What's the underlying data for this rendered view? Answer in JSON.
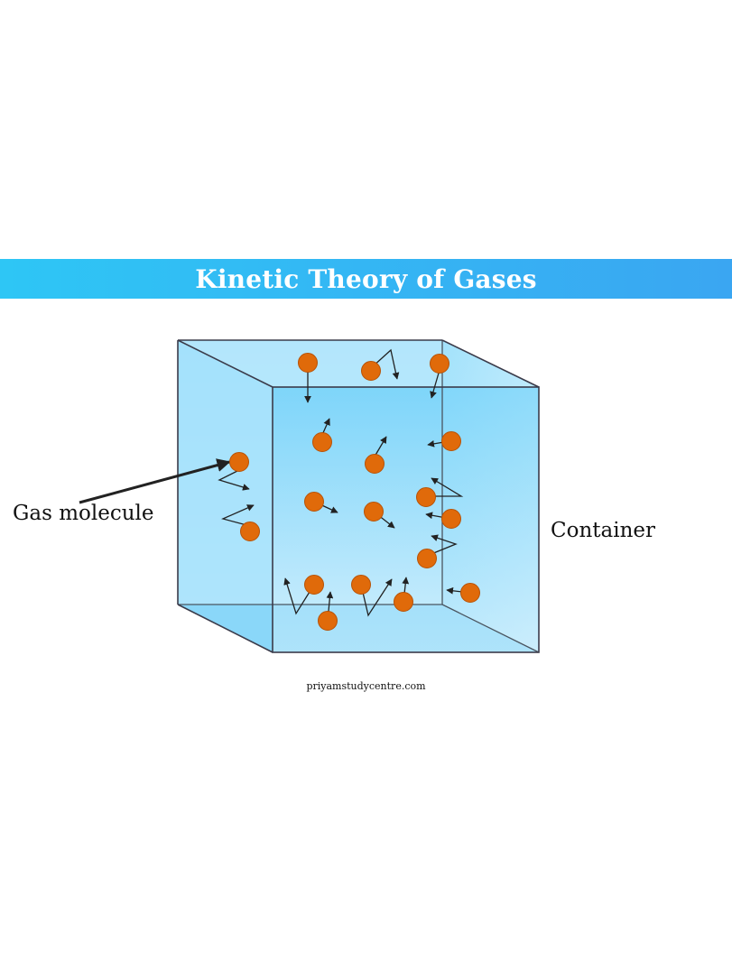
{
  "header": {
    "title": "Kinetic Theory of Gases"
  },
  "labels": {
    "gas_molecule": "Gas molecule",
    "container": "Container"
  },
  "footer": {
    "credit": "priyamstudycentre.com"
  },
  "colors": {
    "banner_start": "#2ec6f5",
    "banner_end": "#3aa6f2",
    "container_fill": "#7fd3f7",
    "container_edge": "#3b3b4a",
    "molecule": "#e06a0a",
    "molecule_edge": "#b85206"
  }
}
